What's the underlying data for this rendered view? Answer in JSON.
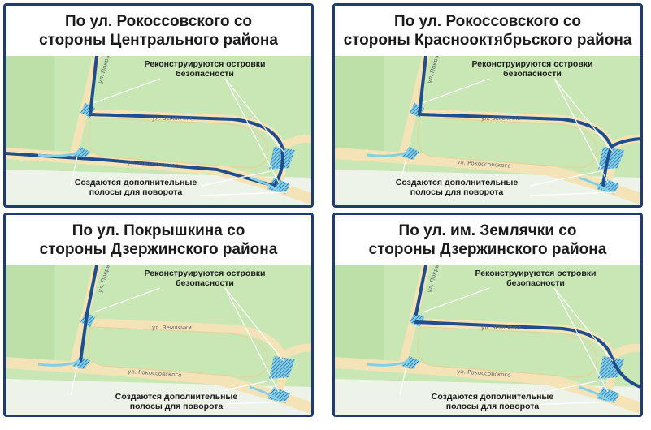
{
  "panels": [
    {
      "title_line1": "По ул. Рокоссовского со",
      "title_line2": "стороны Центрального района",
      "note_islands": "Реконструируются островки безопасности",
      "note_lanes": "Создаются дополнительные полосы для поворота",
      "streets": {
        "pokryshkina": "ул. Покрышкина",
        "zemlyachki": "ул. Землячки",
        "rokossovskogo": "ул. Рокоссовского"
      }
    },
    {
      "title_line1": "По ул. Рокоссовского со",
      "title_line2": "стороны Краснооктябрьского района",
      "note_islands": "Реконструируются островки безопасности",
      "note_lanes": "Создаются дополнительные полосы для поворота",
      "streets": {
        "pokryshkina": "ул. Покрышкина",
        "zemlyachki": "ул. Землячки",
        "rokossovskogo": "ул. Рокоссовского"
      }
    },
    {
      "title_line1": "По ул. Покрышкина со",
      "title_line2": "стороны Дзержинского района",
      "note_islands": "Реконструируются островки безопасности",
      "note_lanes": "Создаются дополнительные полосы для поворота",
      "streets": {
        "pokryshkina": "ул. Покрышкина",
        "zemlyachki": "ул. Землячки",
        "rokossovskogo": "ул. Рокоссовского"
      }
    },
    {
      "title_line1": "По ул. им. Землячки со",
      "title_line2": "стороны Дзержинского района",
      "note_islands": "Реконструируются островки безопасности",
      "note_lanes": "Создаются дополнительные полосы для поворота",
      "streets": {
        "pokryshkina": "ул. Покрышкина",
        "zemlyachki": "ул. Землячки",
        "rokossovskogo": "ул. Рокоссовского"
      }
    }
  ],
  "colors": {
    "frame": "#1f3c6e",
    "green": "#c9e6b5",
    "green_dark": "#b6dba0",
    "road": "#f5e3b8",
    "road_edge": "#e7cf95",
    "route": "#1f4e8f",
    "island": "#7fd0ea",
    "callout": "#ffffff"
  }
}
